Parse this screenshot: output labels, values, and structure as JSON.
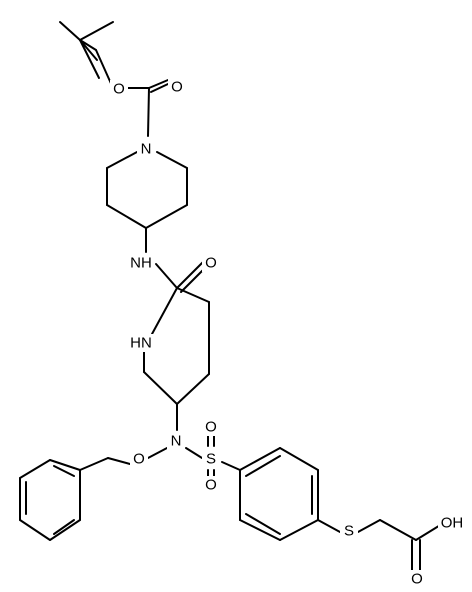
{
  "molecule": {
    "atom_labels": {
      "o_ether": "O",
      "o_carbonyl": "O",
      "n_piperidine_boc": "N",
      "nh_amide": "NH",
      "o_amide": "O",
      "nh_ring": "HN",
      "n_sulfonamide": "N",
      "o_benzyloxy": "O",
      "s_sulfonyl": "S",
      "o_sulfonyl_top": "O",
      "o_sulfonyl_bottom": "O",
      "s_thioether": "S",
      "oh_acid": "OH",
      "o_acid": "O"
    }
  }
}
